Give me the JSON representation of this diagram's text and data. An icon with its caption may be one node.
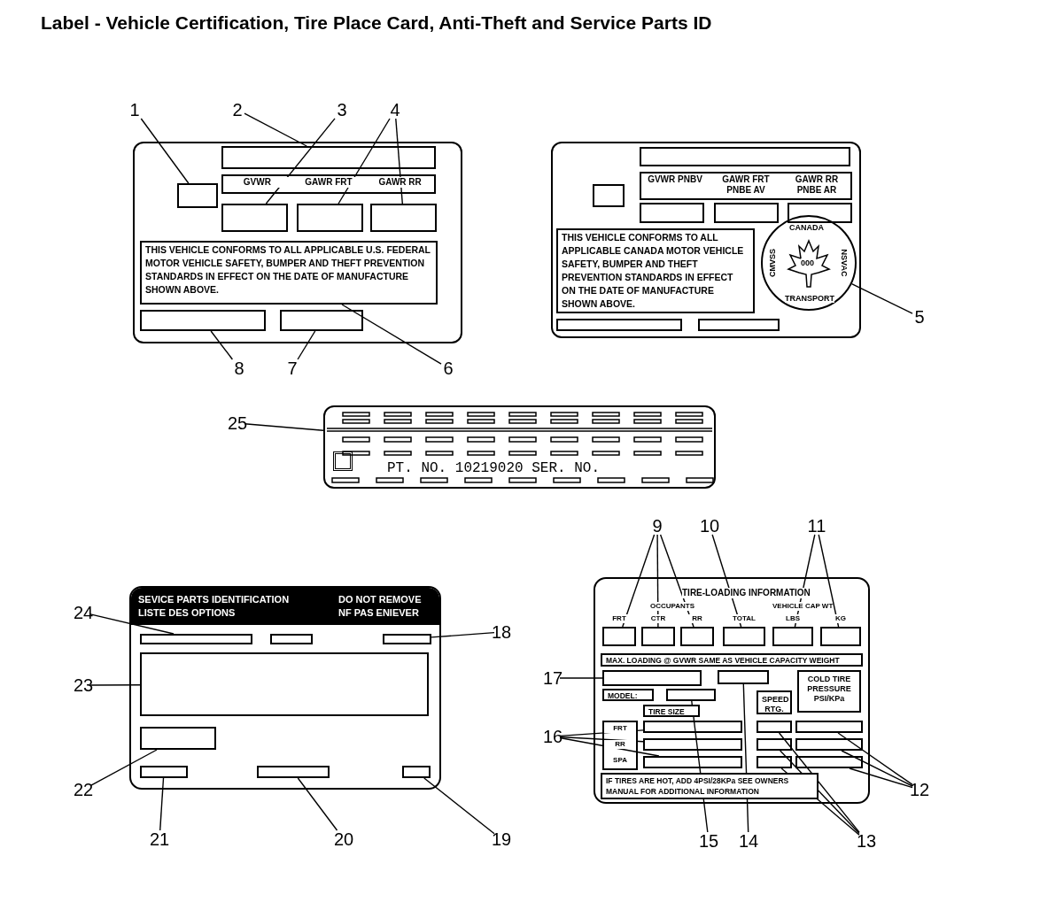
{
  "diagram": {
    "title": "Label - Vehicle Certification, Tire Place Card, Anti-Theft and Service Parts ID",
    "nodes": [
      {
        "text": [],
        "shape": "box"
      },
      {
        "text": [],
        "shape": "box",
        "in": 0
      },
      {
        "text": [],
        "shape": "box",
        "in": 0
      },
      {
        "text": [
          "GVWR",
          "GAWR FRT",
          "GAWR RR"
        ],
        "in": 0
      },
      {
        "text": [],
        "shape": "box",
        "in": 0
      },
      {
        "text": [],
        "shape": "box",
        "in": 0
      },
      {
        "text": [],
        "shape": "box",
        "in": 0
      },
      {
        "text": [
          "THIS VEHICLE CONFORMS TO ALL APPLICABLE U.S. FEDERAL MOTOR VEHICLE SAFETY, BUMPER AND THEFT PREVENTION STANDARDS IN EFFECT ON THE DATE OF MANUFACTURE SHOWN ABOVE."
        ],
        "in": 0
      },
      {
        "text": [],
        "shape": "box",
        "in": 0
      },
      {
        "text": [],
        "shape": "box",
        "in": 0
      },
      {
        "text": [],
        "shape": "box"
      },
      {
        "text": [],
        "shape": "box",
        "in": 10
      },
      {
        "text": [],
        "shape": "box",
        "in": 10
      },
      {
        "text": [
          "GVWR PNBV",
          "GAWR FRT PNBE AV",
          "GAWR RR PNBE AR"
        ],
        "in": 10
      },
      {
        "text": [],
        "shape": "box",
        "in": 10
      },
      {
        "text": [],
        "shape": "box",
        "in": 10
      },
      {
        "text": [],
        "shape": "box",
        "in": 10
      },
      {
        "text": [
          "THIS VEHICLE CONFORMS TO ALL APPLICABLE CANADA MOTOR VEHICLE SAFETY, BUMPER AND THEFT PREVENTION STANDARDS IN EFFECT ON THE DATE OF MANUFACTURE SHOWN ABOVE."
        ],
        "in": 10
      },
      {
        "text": [
          "CANADA",
          "CMVSS",
          "000",
          "NSVAC",
          "TRANSPORT"
        ],
        "in": 10
      },
      {
        "text": [],
        "shape": "box",
        "in": 10
      },
      {
        "text": [],
        "shape": "box",
        "in": 10
      },
      {
        "text": [
          "PT. NO. 10219020 SER. NO."
        ]
      },
      {
        "text": [
          "SEVICE PARTS IDENTIFICATION LISTE DES OPTIONS",
          "DO NOT REMOVE NF PAS ENIEVER"
        ]
      },
      {
        "text": [],
        "shape": "box",
        "in": 22
      },
      {
        "text": [],
        "shape": "box",
        "in": 22
      },
      {
        "text": [],
        "shape": "box",
        "in": 22
      },
      {
        "text": [],
        "shape": "box",
        "in": 22
      },
      {
        "text": [],
        "shape": "box",
        "in": 22
      },
      {
        "text": [],
        "shape": "box",
        "in": 22
      },
      {
        "text": [],
        "shape": "box",
        "in": 22
      },
      {
        "text": [],
        "shape": "box",
        "in": 22
      },
      {
        "text": [
          "TIRE-LOADING INFORMATION",
          "OCCUPANTS",
          "VEHICLE CAP WT"
        ]
      },
      {
        "text": [
          "FRT"
        ],
        "in": 31
      },
      {
        "text": [
          "CTR"
        ],
        "in": 31
      },
      {
        "text": [
          "RR"
        ],
        "in": 31
      },
      {
        "text": [
          "TOTAL"
        ],
        "in": 31
      },
      {
        "text": [
          "LBS"
        ],
        "in": 31
      },
      {
        "text": [
          "KG"
        ],
        "in": 31
      },
      {
        "text": [
          "MAX. LOADING @ GVWR SAME AS VEHICLE CAPACITY WEIGHT"
        ],
        "in": 31
      },
      {
        "text": [],
        "shape": "box",
        "in": 31
      },
      {
        "text": [],
        "shape": "box",
        "in": 31
      },
      {
        "text": [
          "COLD TIRE PRESSURE PSI/KPa"
        ],
        "in": 31
      },
      {
        "text": [
          "MODEL:"
        ],
        "in": 31
      },
      {
        "text": [],
        "shape": "box",
        "in": 31
      },
      {
        "text": [
          "TIRE SIZE"
        ],
        "in": 31
      },
      {
        "text": [
          "SPEED RTG."
        ],
        "in": 31
      },
      {
        "text": [
          "FRT",
          "RR",
          "SPA"
        ],
        "in": 31
      },
      {
        "text": [],
        "shape": "box",
        "in": 31
      },
      {
        "text": [],
        "shape": "box",
        "in": 31
      },
      {
        "text": [],
        "shape": "box",
        "in": 31
      },
      {
        "text": [],
        "shape": "box",
        "in": 31
      },
      {
        "text": [],
        "shape": "box",
        "in": 31
      },
      {
        "text": [],
        "shape": "box",
        "in": 31
      },
      {
        "text": [],
        "shape": "box",
        "in": 31
      },
      {
        "text": [],
        "shape": "box",
        "in": 31
      },
      {
        "text": [],
        "shape": "box",
        "in": 31
      },
      {
        "text": [
          "IF TIRES ARE HOT, ADD 4PSI/28KPa SEE OWNERS MANUAL FOR ADDITIONAL INFORMATION"
        ],
        "in": 31
      },
      {
        "text": [
          "1"
        ]
      },
      {
        "text": [
          "2"
        ]
      },
      {
        "text": [
          "3"
        ]
      },
      {
        "text": [
          "4"
        ]
      },
      {
        "text": [
          "5"
        ]
      },
      {
        "text": [
          "6"
        ]
      },
      {
        "text": [
          "7"
        ]
      },
      {
        "text": [
          "8"
        ]
      },
      {
        "text": [
          "9"
        ]
      },
      {
        "text": [
          "10"
        ]
      },
      {
        "text": [
          "11"
        ]
      },
      {
        "text": [
          "12"
        ]
      },
      {
        "text": [
          "13"
        ]
      },
      {
        "text": [
          "14"
        ]
      },
      {
        "text": [
          "15"
        ]
      },
      {
        "text": [
          "16"
        ]
      },
      {
        "text": [
          "17"
        ]
      },
      {
        "text": [
          "18"
        ]
      },
      {
        "text": [
          "19"
        ]
      },
      {
        "text": [
          "20"
        ]
      },
      {
        "text": [
          "21"
        ]
      },
      {
        "text": [
          "22"
        ]
      },
      {
        "text": [
          "23"
        ]
      },
      {
        "text": [
          "24"
        ]
      },
      {
        "text": [
          "25"
        ]
      }
    ],
    "edges": [
      {
        "from": 57,
        "to": 1,
        "arrow": "none"
      },
      {
        "from": 58,
        "to": 2,
        "arrow": "none"
      },
      {
        "from": 59,
        "to": 4,
        "arrow": "none"
      },
      {
        "from": 60,
        "to": 5,
        "arrow": "none"
      },
      {
        "from": 60,
        "to": 6,
        "arrow": "none"
      },
      {
        "from": 61,
        "to": 18,
        "arrow": "none"
      },
      {
        "from": 62,
        "to": 7,
        "arrow": "none"
      },
      {
        "from": 63,
        "to": 9,
        "arrow": "none"
      },
      {
        "from": 64,
        "to": 8,
        "arrow": "none"
      },
      {
        "from": 65,
        "to": 32,
        "arrow": "none"
      },
      {
        "from": 65,
        "to": 33,
        "arrow": "none"
      },
      {
        "from": 65,
        "to": 34,
        "arrow": "none"
      },
      {
        "from": 66,
        "to": 35,
        "arrow": "none"
      },
      {
        "from": 67,
        "to": 36,
        "arrow": "none"
      },
      {
        "from": 67,
        "to": 37,
        "arrow": "none"
      },
      {
        "from": 68,
        "to": 53,
        "arrow": "none"
      },
      {
        "from": 68,
        "to": 54,
        "arrow": "none"
      },
      {
        "from": 68,
        "to": 55,
        "arrow": "none"
      },
      {
        "from": 69,
        "to": 50,
        "arrow": "none"
      },
      {
        "from": 69,
        "to": 51,
        "arrow": "none"
      },
      {
        "from": 69,
        "to": 52,
        "arrow": "none"
      },
      {
        "from": 70,
        "to": 40,
        "arrow": "none"
      },
      {
        "from": 71,
        "to": 43,
        "arrow": "none"
      },
      {
        "from": 72,
        "to": 47,
        "arrow": "none"
      },
      {
        "from": 72,
        "to": 48,
        "arrow": "none"
      },
      {
        "from": 72,
        "to": 49,
        "arrow": "none"
      },
      {
        "from": 73,
        "to": 39,
        "arrow": "none"
      },
      {
        "from": 74,
        "to": 25,
        "arrow": "none"
      },
      {
        "from": 75,
        "to": 30,
        "arrow": "none"
      },
      {
        "from": 76,
        "to": 29,
        "arrow": "none"
      },
      {
        "from": 77,
        "to": 28,
        "arrow": "none"
      },
      {
        "from": 78,
        "to": 27,
        "arrow": "none"
      },
      {
        "from": 79,
        "to": 26,
        "arrow": "none"
      },
      {
        "from": 80,
        "to": 23,
        "arrow": "none"
      },
      {
        "from": 81,
        "to": 21,
        "arrow": "none"
      }
    ]
  }
}
